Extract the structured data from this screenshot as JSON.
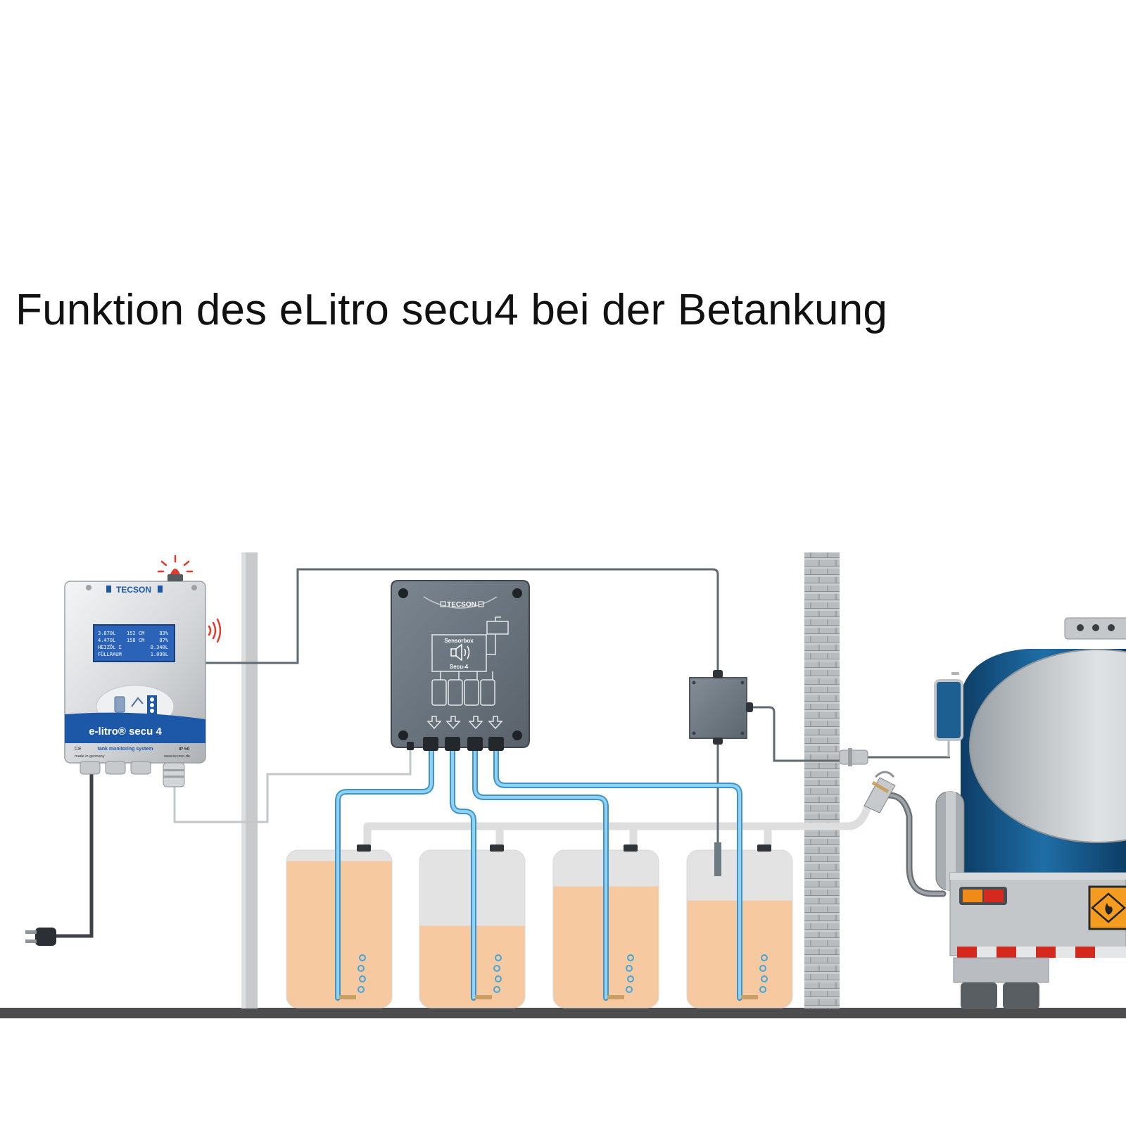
{
  "title": "Funktion des eLitro secu4 bei der Betankung",
  "colors": {
    "oil": "#f6c9a1",
    "tank_empty": "#e3e3e3",
    "sensor_line": "#5bb7ea",
    "cable": "#5f6a72",
    "fill_pipe": "#dedede",
    "wall": "#b9bcbf",
    "device_blue": "#1d57a8",
    "ground": "#4d4d4f"
  },
  "control_unit": {
    "brand": "TECSON",
    "display_lines": [
      [
        "3.870L",
        "152 CM",
        "83%"
      ],
      [
        "4.470L",
        "158 CM",
        "87%"
      ],
      [
        "HEIZÖL Σ",
        "",
        "8.340L"
      ],
      [
        "FÜLLRAUM",
        "",
        "1.090L"
      ]
    ],
    "model": "e-litro® secu 4",
    "subtitle": "tank monitoring system",
    "rating": "IP 50",
    "ce": "CE",
    "made_in": "made in germany",
    "website": "www.tecson.de"
  },
  "sensorbox": {
    "brand": "TECSON",
    "label1": "Sensorbox",
    "label2": "Secu-4"
  },
  "tanks": [
    {
      "fill": 0.93
    },
    {
      "fill": 0.52
    },
    {
      "fill": 0.77
    },
    {
      "fill": 0.68
    }
  ]
}
